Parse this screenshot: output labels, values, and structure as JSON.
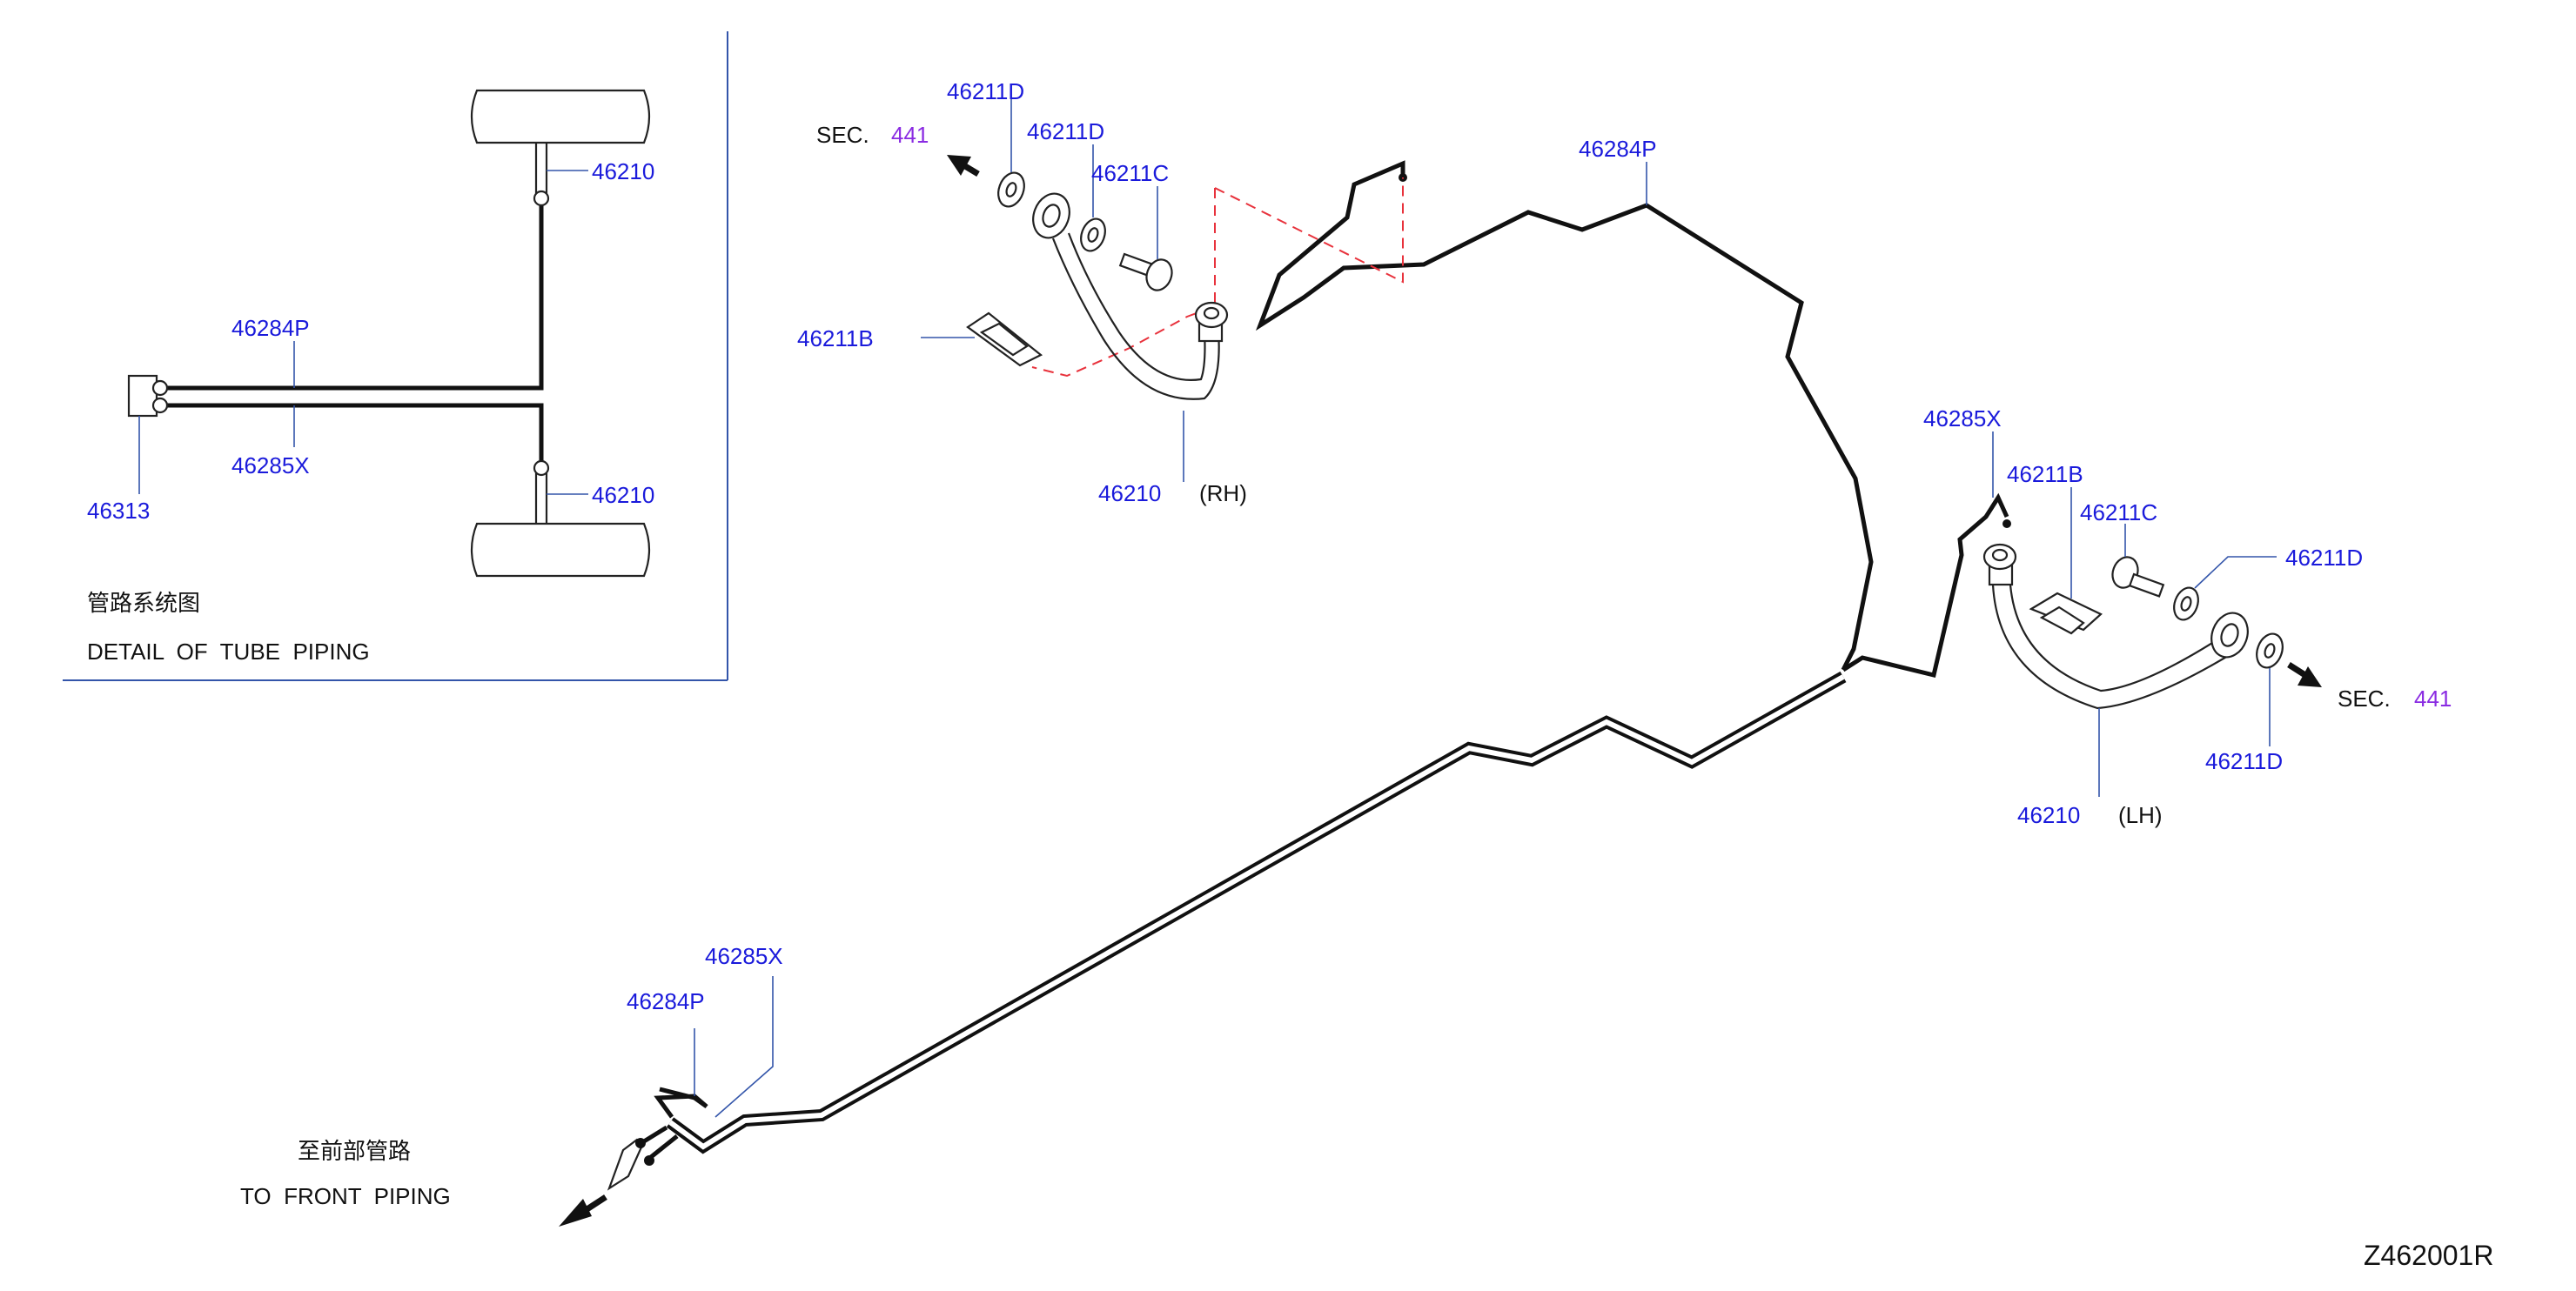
{
  "inset": {
    "labels": {
      "hose_top": "46210",
      "tube_p": "46284P",
      "tube_x": "46285X",
      "connector": "46313",
      "hose_bottom": "46210"
    },
    "caption_cn": "管路系统图",
    "caption_en": "DETAIL  OF  TUBE  PIPING"
  },
  "rh_group": {
    "sec_prefix": "SEC.",
    "sec_number": "441",
    "washer_outer": "46211D",
    "washer_inner": "46211D",
    "bolt": "46211C",
    "clip": "46211B",
    "hose": "46210",
    "side": "(RH)"
  },
  "main_tube": {
    "label": "46284P"
  },
  "lh_group": {
    "tube_x": "46285X",
    "clip": "46211B",
    "bolt": "46211C",
    "washer_inner": "46211D",
    "washer_outer": "46211D",
    "sec_prefix": "SEC.",
    "sec_number": "441",
    "hose": "46210",
    "side": "(LH)"
  },
  "front": {
    "tube_x": "46285X",
    "tube_p": "46284P",
    "caption_cn": "至前部管路",
    "caption_en": "TO  FRONT  PIPING"
  },
  "drawing_code": "Z462001R"
}
